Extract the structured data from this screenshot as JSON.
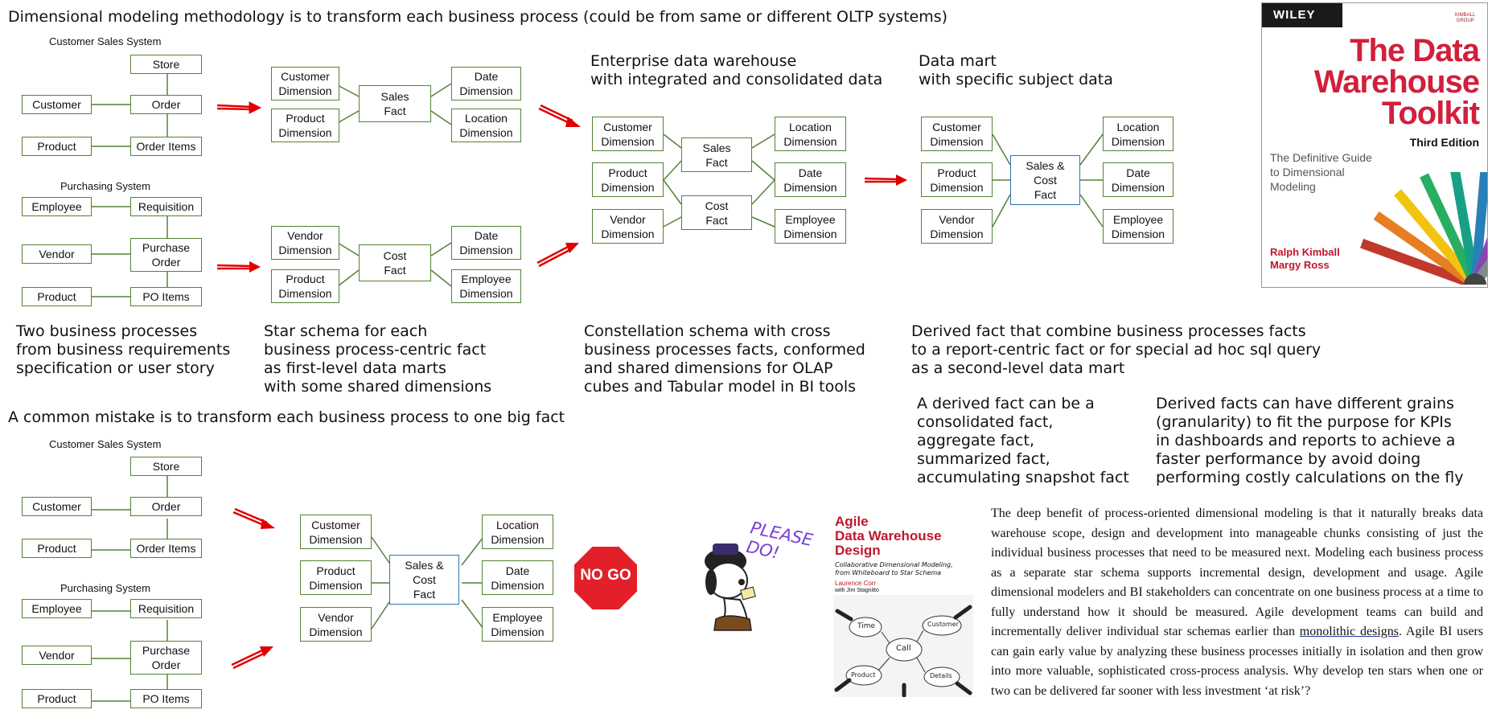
{
  "headings": {
    "intro": "Dimensional modeling methodology is to transform each business process (could be from same or different OLTP systems)",
    "mistake": "A common mistake is to transform each business process to one big fact",
    "edw": "Enterprise data warehouse\nwith integrated and consolidated data",
    "datamart": "Data mart\nwith specific subject data"
  },
  "captions": {
    "two_processes": "Two business processes\nfrom business requirements\nspecification or user story",
    "star_schema": "Star schema for each\n business process-centric fact\n as first-level data marts\n  with some shared dimensions",
    "constellation": "Constellation schema with cross\nbusiness processes facts, conformed\n and shared dimensions for OLAP\n  cubes and Tabular model in BI tools",
    "derived": "Derived fact that combine business processes facts\nto a report-centric fact or for special ad hoc sql query\nas a second-level data mart",
    "derived_kinds": "A derived fact can be a\nconsolidated fact,\naggregate fact,\nsummarized fact,\naccumulating snapshot fact",
    "derived_grains": "Derived facts can have different grains\n(granularity) to fit the purpose for KPIs\nin dashboards and reports to achieve a\nfaster performance by avoid doing\nperforming costly calculations on the fly"
  },
  "systems": {
    "sales": "Customer Sales System",
    "purchasing": "Purchasing System"
  },
  "oltp_sales": {
    "store": "Store",
    "customer": "Customer",
    "order": "Order",
    "product": "Product",
    "order_items": "Order Items"
  },
  "oltp_purchasing": {
    "employee": "Employee",
    "requisition": "Requisition",
    "vendor": "Vendor",
    "purchase_order": "Purchase\nOrder",
    "product": "Product",
    "po_items": "PO Items"
  },
  "dims": {
    "customer": "Customer\nDimension",
    "product": "Product\nDimension",
    "vendor": "Vendor\nDimension",
    "date": "Date\nDimension",
    "location": "Location\nDimension",
    "employee": "Employee\nDimension"
  },
  "facts": {
    "sales": "Sales\nFact",
    "cost": "Cost\nFact",
    "sales_cost": "Sales &\nCost\nFact"
  },
  "stop_sign": "NO GO",
  "snoopy_text": "PLEASE\nDO!",
  "books": {
    "toolkit": {
      "publisher": "WILEY",
      "logo": "KIMBALL\nGROUP",
      "title": "The Data\nWarehouse\nToolkit",
      "edition": "Third Edition",
      "subtitle": "The Definitive Guide\nto Dimensional\nModeling",
      "authors": "Ralph Kimball\nMargy Ross"
    },
    "agile": {
      "title": "Agile\nData Warehouse\nDesign",
      "subtitle": "Collaborative Dimensional Modeling,\nfrom Whiteboard to Star Schema",
      "author": "Laurence Corr",
      "coauthor": "with Jim Stagnitto",
      "bubbles": [
        "Call",
        "Time",
        "Customer",
        "Product",
        "Details"
      ]
    }
  },
  "paragraph": {
    "before": "The deep benefit of process-oriented dimensional modeling is that it naturally breaks data warehouse scope, design and development into manageable chunks consisting of just the individual business processes that need to be measured next. Modeling each business process as a separate star schema supports incremental design, development and usage. Agile dimensional modelers and BI stakeholders can concentrate on one business process at a time to fully understand how it should be measured. Agile development teams can build and incrementally deliver individual star schemas earlier than ",
    "link": "monolithic designs",
    "after": ". Agile BI users can gain early value by analyzing these business processes initially in isolation and then grow into more valuable, sophisticated cross-process analysis. Why develop ten stars when one or two can be delivered far sooner with less investment ‘at risk’?"
  },
  "colors": {
    "dimension_border": "#548235",
    "fact_border": "#2e75b6",
    "arrow": "#e00000",
    "stop": "#e3202a"
  }
}
